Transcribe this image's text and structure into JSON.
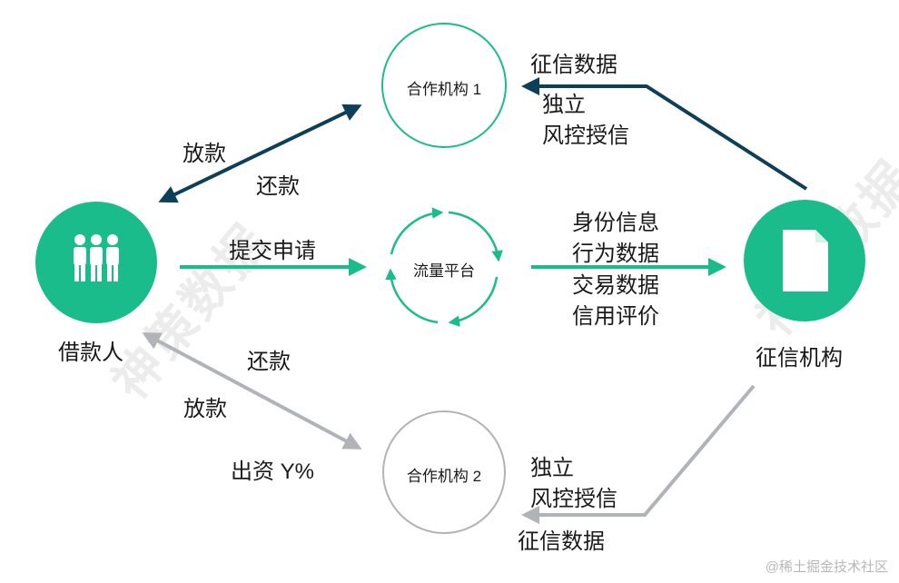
{
  "nodes": {
    "borrower": "借款人",
    "partner1": "合作机构 1",
    "platform": "流量平台",
    "credit_bureau": "征信机构",
    "partner2": "合作机构 2"
  },
  "edges": {
    "top_lend": "放款",
    "top_repay": "还款",
    "submit": "提交申请",
    "data_flow": [
      "身份信息",
      "行为数据",
      "交易数据",
      "信用评价"
    ],
    "top_credit_data": "征信数据",
    "top_risk": [
      "独立",
      "风控授信"
    ],
    "bottom_repay": "还款",
    "bottom_lend": "放款",
    "bottom_fund": "出资 Y%",
    "bottom_risk": [
      "独立",
      "风控授信"
    ],
    "bottom_credit_data": "征信数据"
  },
  "watermark": "@稀土掘金技术社区",
  "colors": {
    "green": "#1abc8b",
    "dark_navy": "#0e3f5a",
    "gray": "#b0b3b8"
  }
}
